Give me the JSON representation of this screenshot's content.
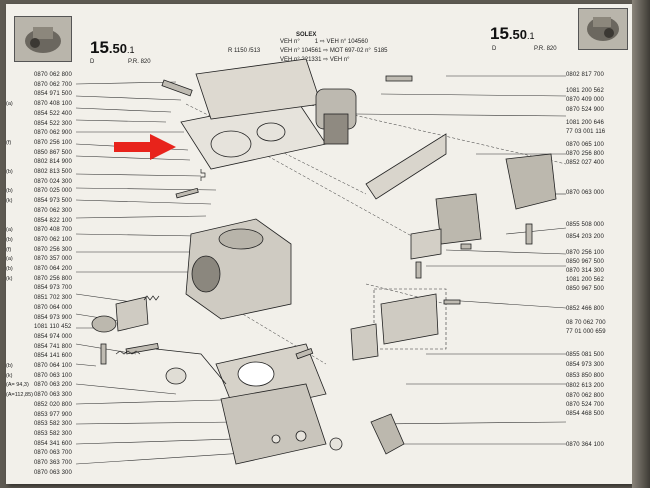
{
  "header": {
    "left_section": "15",
    "left_sub": "50",
    "left_suffix": ".1",
    "right_section": "15",
    "right_sub": "50",
    "right_suffix": ".1",
    "left_d": "D",
    "left_pr": "P.R. 820",
    "right_d": "D",
    "right_pr": "P.R. 820",
    "brand": "SOLEX",
    "model": "R 1150 /513",
    "line1_a": "VEH n°",
    "line1_b": "1",
    "line1_c": "VEH n°",
    "line1_d": "104560",
    "line2_a": "VEH n°",
    "line2_b": "104561",
    "line2_c": "MOT",
    "line2_d": "697-02 n°",
    "line2_e": "5185",
    "line3_a": "VEH n°",
    "line3_b": "221331",
    "line3_c": "VEH n°"
  },
  "left_column": [
    {
      "code": "",
      "num": "0870 062 800"
    },
    {
      "code": "",
      "num": "0870 062 700"
    },
    {
      "code": "",
      "num": "0854 971 500"
    },
    {
      "code": "(a)",
      "num": "0870 408 100"
    },
    {
      "code": "",
      "num": "0854 522 400"
    },
    {
      "code": "",
      "num": "0854 522 300"
    },
    {
      "code": "",
      "num": "0870 062 900"
    },
    {
      "code": "(f)",
      "num": "0870 256 100"
    },
    {
      "code": "",
      "num": "0850 867 500"
    },
    {
      "code": "",
      "num": "0802 814 900"
    },
    {
      "code": "(b)",
      "num": "0802 813 500"
    },
    {
      "code": "",
      "num": "0870 024 300"
    },
    {
      "code": "(b)",
      "num": "0870 025 000"
    },
    {
      "code": "(k)",
      "num": "0854 973 500"
    },
    {
      "code": "",
      "num": "0870 062 300"
    },
    {
      "code": "",
      "num": "0854 822 100"
    },
    {
      "code": "(a)",
      "num": "0870 408 700"
    },
    {
      "code": "(b)",
      "num": "0870 062 100"
    },
    {
      "code": "(f)",
      "num": "0870 256 300"
    },
    {
      "code": "(a)",
      "num": "0870 357 000"
    },
    {
      "code": "(b)",
      "num": "0870 064 200"
    },
    {
      "code": "(k)",
      "num": "0870 256 800"
    },
    {
      "code": "",
      "num": "0854 973 700"
    },
    {
      "code": "",
      "num": "0851 702 300"
    },
    {
      "code": "",
      "num": "0870 064 000"
    },
    {
      "code": "",
      "num": "0854 973 900"
    },
    {
      "code": "",
      "num": "1081 110 452"
    },
    {
      "code": "",
      "num": "0854 974 000"
    },
    {
      "code": "",
      "num": "0854 741 800"
    },
    {
      "code": "",
      "num": "0854 141 600"
    },
    {
      "code": "(b)",
      "num": "0870 064 100"
    },
    {
      "code": "(k)",
      "num": "0870 063 100"
    },
    {
      "code": "(A= 94,3)",
      "num": "0870 063 200"
    },
    {
      "code": "(A=112,85)",
      "num": "0870 063 300"
    },
    {
      "code": "",
      "num": "0852 020 800"
    },
    {
      "code": "",
      "num": "0853 977 900"
    },
    {
      "code": "",
      "num": "0853 582 300"
    },
    {
      "code": "",
      "num": "0853 582 300"
    },
    {
      "code": "",
      "num": "0854 341 600"
    },
    {
      "code": "",
      "num": "0870 063 700"
    },
    {
      "code": "",
      "num": "0870 363 700"
    },
    {
      "code": "",
      "num": "0870 063 300"
    }
  ],
  "right_column": [
    {
      "num": "0802 817 700",
      "code": ""
    },
    {
      "num": "1081 200 562",
      "code": ""
    },
    {
      "num": "0870 409 000",
      "code": ""
    },
    {
      "num": "0870 524 900",
      "code": ""
    },
    {
      "num": "1081 200 646",
      "code": ""
    },
    {
      "num": "77 03 001 116",
      "code": ""
    },
    {
      "num": "0870 065 100",
      "code": ""
    },
    {
      "num": "0870 256 800",
      "code": ""
    },
    {
      "num": "0852 027 400",
      "code": ""
    },
    {
      "num": "0870 063 000",
      "code": ""
    },
    {
      "num": "0855 508 000",
      "code": ""
    },
    {
      "num": "0854 203 200",
      "code": ""
    },
    {
      "num": "0870 256 100",
      "code": ""
    },
    {
      "num": "0850 967 500",
      "code": ""
    },
    {
      "num": "0870 314 300",
      "code": ""
    },
    {
      "num": "1081 200 562",
      "code": ""
    },
    {
      "num": "0850 967 500",
      "code": ""
    },
    {
      "num": "0852 466 800",
      "code": ""
    },
    {
      "num": "08 70 062 700",
      "code": ""
    },
    {
      "num": "77 01 000 659",
      "code": ""
    },
    {
      "num": "0855 081 500",
      "code": ""
    },
    {
      "num": "0854 973 300",
      "code": ""
    },
    {
      "num": "0853 850 800",
      "code": ""
    },
    {
      "num": "0802 613 200",
      "code": ""
    },
    {
      "num": "0870 062 800",
      "code": ""
    },
    {
      "num": "0870 524 700",
      "code": ""
    },
    {
      "num": "0854 468 500",
      "code": ""
    },
    {
      "num": "0870 364 100",
      "code": ""
    }
  ]
}
